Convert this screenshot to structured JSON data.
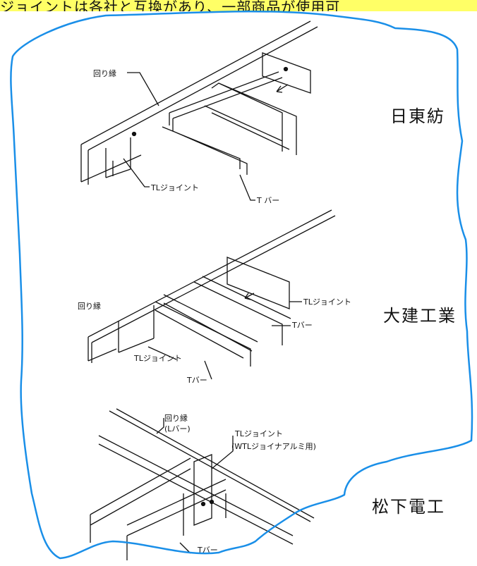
{
  "header": {
    "text": "ジョイントは各社と互換があり、一部商品が使用可"
  },
  "sections": [
    {
      "company": "日東紡",
      "labels": {
        "edge": "回り縁",
        "joint": "TLジョイント",
        "bar": "T バー"
      }
    },
    {
      "company": "大建工業",
      "labels": {
        "joint": "TLジョイント",
        "edge": "回り縁",
        "bar_right": "Tバー",
        "joint2": "TLジョイント",
        "bar": "Tバー"
      }
    },
    {
      "company": "松下電工",
      "labels": {
        "edge": "回り縁",
        "edge_sub": "(Lバー)",
        "joint": "TLジョイント",
        "joint_sub": "(WTLジョイナアルミ用)",
        "bar": "Tバー"
      }
    }
  ],
  "colors": {
    "header_band": "#ffff66",
    "outline_marker": "#1a8fe8",
    "ink": "#111111"
  }
}
